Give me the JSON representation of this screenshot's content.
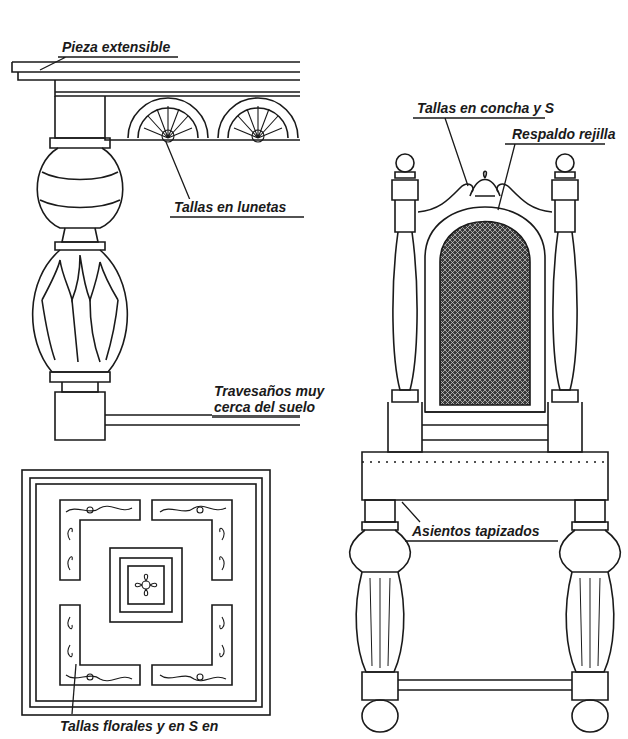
{
  "diagram": {
    "labels": [
      "Pieza extensible",
      "Tallas en lunetas",
      "Travesaños muy cerca del suelo",
      "Tallas en concha y S",
      "Respaldo rejilla",
      "Asientos tapizados",
      "Tallas florales y en S en"
    ]
  }
}
